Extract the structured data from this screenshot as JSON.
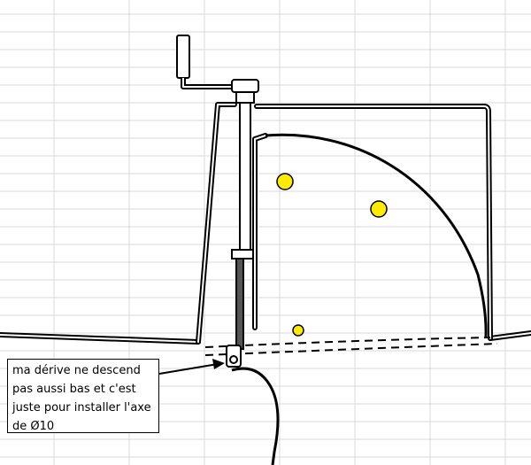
{
  "annotation": {
    "lines": [
      "ma dérive ne descend",
      "pas aussi bas et c'est",
      "juste pour installer l'axe",
      "de Ø10"
    ]
  },
  "colors": {
    "hole_fill": "#ffeb00",
    "grid": "#d9d9d9",
    "outline": "#000000"
  },
  "icons": {
    "crank": "crank-handle-icon",
    "pivot": "pivot-axle-icon",
    "arrow": "pointer-arrow-icon"
  }
}
